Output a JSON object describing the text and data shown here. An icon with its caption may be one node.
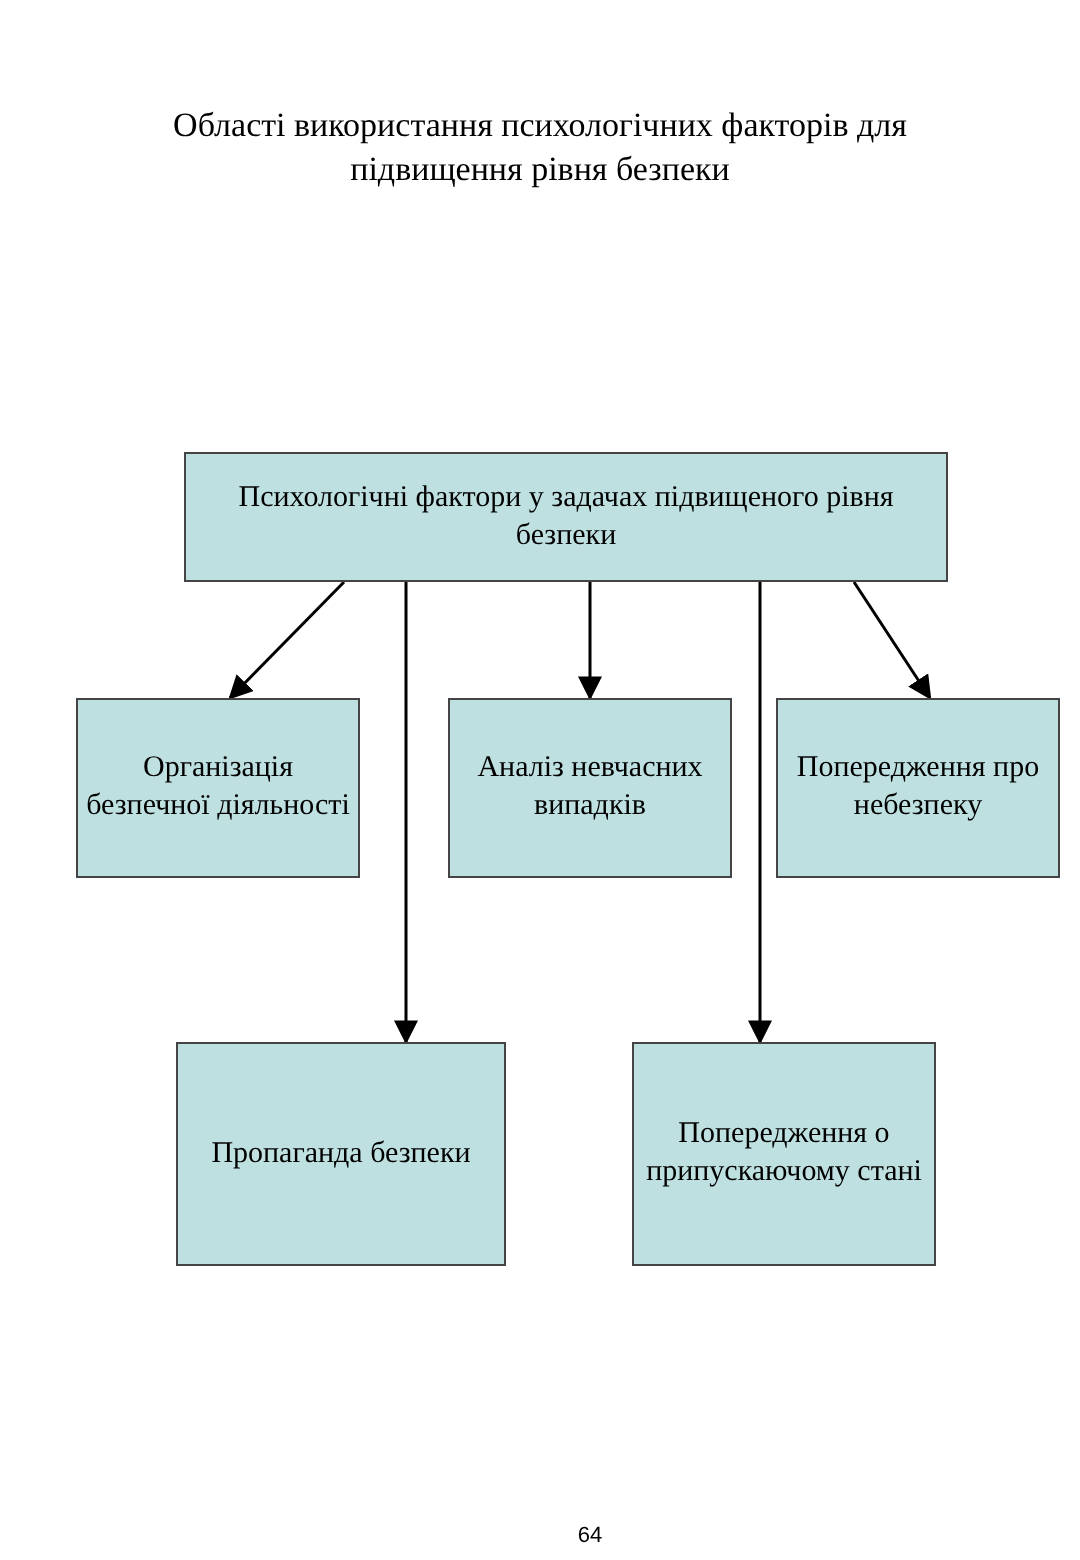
{
  "diagram": {
    "title": "Області використання психологічних факторів для підвищення рівня безпеки",
    "nodes": [
      {
        "text": [
          "Психологічні фактори у задачах підвищеного рівня безпеки"
        ]
      },
      {
        "text": [
          "Організація безпечної діяльності"
        ]
      },
      {
        "text": [
          "Аналіз невчасних випадків"
        ]
      },
      {
        "text": [
          "Попередження про небезпеку"
        ]
      },
      {
        "text": [
          "Пропаганда безпеки"
        ]
      },
      {
        "text": [
          "Попередження о припускаючому стані"
        ]
      }
    ],
    "edges": [
      {
        "from": 0,
        "to": 1,
        "arrow": "to"
      },
      {
        "from": 0,
        "to": 4,
        "arrow": "to"
      },
      {
        "from": 0,
        "to": 2,
        "arrow": "to"
      },
      {
        "from": 0,
        "to": 5,
        "arrow": "to"
      },
      {
        "from": 0,
        "to": 3,
        "arrow": "to"
      }
    ],
    "labels": [
      "64"
    ]
  }
}
